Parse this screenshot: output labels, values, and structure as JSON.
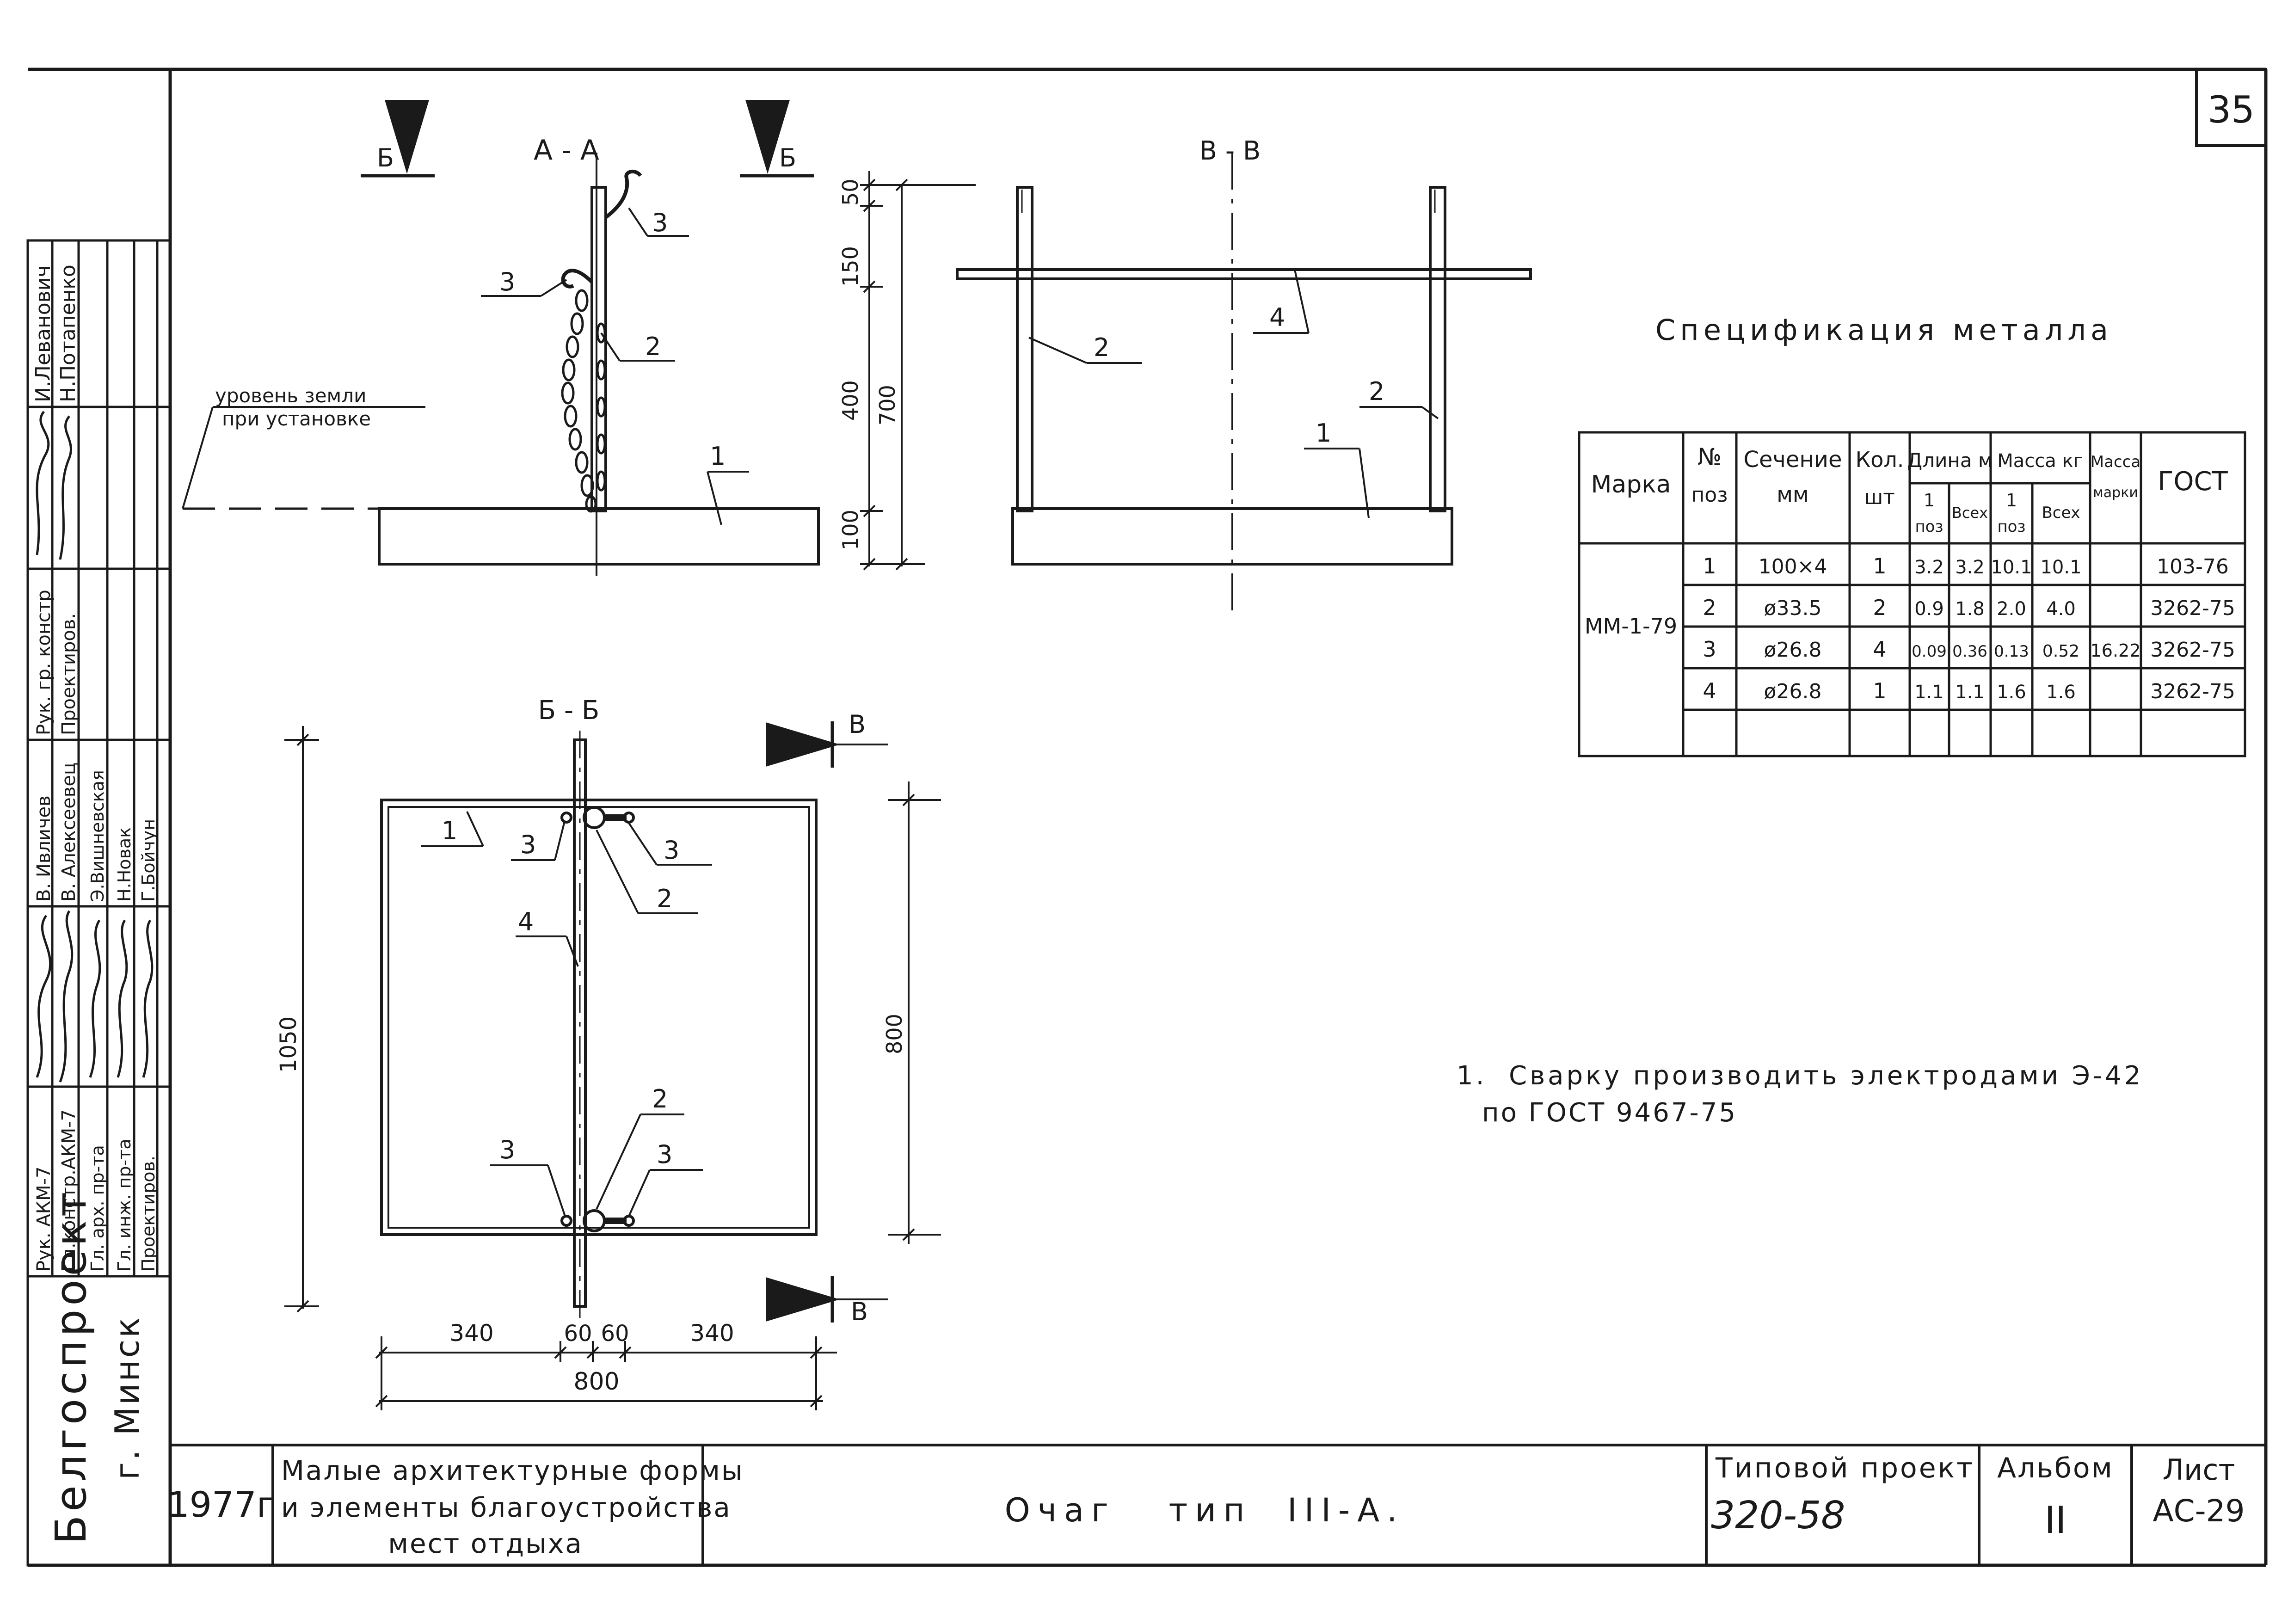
{
  "sheet_number": "35",
  "title_block": {
    "year": "1977г",
    "project_name_lines": [
      "Малые архитектурные формы",
      "и элементы благоустройства",
      "мест отдыха"
    ],
    "drawing_title": "Очаг   тип  III-А.",
    "typical_project_label": "Типовой проект",
    "typical_project_number": "320-58",
    "album_label": "Альбом",
    "album_number": "II",
    "sheet_label": "Лист",
    "sheet_code": "АС-29",
    "organization": "Белгоспроект",
    "city": "г. Минск"
  },
  "signatures": {
    "top_names": [
      "И.Леванович",
      "Н.Потапенко"
    ],
    "top_role": [
      "Рук. гр. констр",
      "Проектиров."
    ],
    "roles": [
      "Рук. АКМ-7",
      "Гл.констр.АКМ-7",
      "Гл. арх. пр-та",
      "Гл. инж. пр-та",
      "Проектиров."
    ],
    "names": [
      "В. Ивличев",
      "В. Алексеевец",
      "Э.Вишневская",
      "Н.Новак",
      "Г.Бойчун"
    ]
  },
  "views": {
    "section_aa": "А - А",
    "section_vv": "В - В",
    "section_bb": "Б - Б",
    "cut_b": "Б",
    "cut_v": "В",
    "ground_level_lines": [
      "уровень земли",
      "при установке"
    ]
  },
  "dimensions": {
    "d50": "50",
    "d150": "150",
    "d400": "400",
    "d700": "700",
    "d100": "100",
    "d1050": "1050",
    "d800v": "800",
    "d340a": "340",
    "d60a": "60",
    "d60b": "60",
    "d340b": "340",
    "d800h": "800"
  },
  "leaders": {
    "p1": "1",
    "p2": "2",
    "p3": "3",
    "p4": "4"
  },
  "spec": {
    "title": "Спецификация металла",
    "headers": {
      "mark": "Марка",
      "pos": [
        "№",
        "поз"
      ],
      "section": [
        "Сечение",
        "мм"
      ],
      "qty": [
        "Кол.",
        "шт"
      ],
      "length": "Длина м",
      "length_one": [
        "1",
        "поз"
      ],
      "length_all": "Всех",
      "mass": "Масса кг",
      "mass_one": [
        "1",
        "поз"
      ],
      "mass_all": "Всех",
      "mass_mark": [
        "Масса",
        "марки"
      ],
      "gost": "ГОСТ"
    },
    "mark_value": "ММ-1-79",
    "rows": [
      {
        "pos": "1",
        "section": "100×4",
        "qty": "1",
        "len1": "3.2",
        "lenall": "3.2",
        "m1": "10.1",
        "mall": "10.1",
        "mmark": "",
        "gost": "103-76"
      },
      {
        "pos": "2",
        "section": "ø33.5",
        "qty": "2",
        "len1": "0.9",
        "lenall": "1.8",
        "m1": "2.0",
        "mall": "4.0",
        "mmark": "",
        "gost": "3262-75"
      },
      {
        "pos": "3",
        "section": "ø26.8",
        "qty": "4",
        "len1": "0.09",
        "lenall": "0.36",
        "m1": "0.13",
        "mall": "0.52",
        "mmark": "16.22",
        "gost": "3262-75"
      },
      {
        "pos": "4",
        "section": "ø26.8",
        "qty": "1",
        "len1": "1.1",
        "lenall": "1.1",
        "m1": "1.6",
        "mall": "1.6",
        "mmark": "",
        "gost": "3262-75"
      }
    ]
  },
  "notes": [
    "1.  Сварку производить электродами Э-42",
    "по ГОСТ 9467-75"
  ]
}
